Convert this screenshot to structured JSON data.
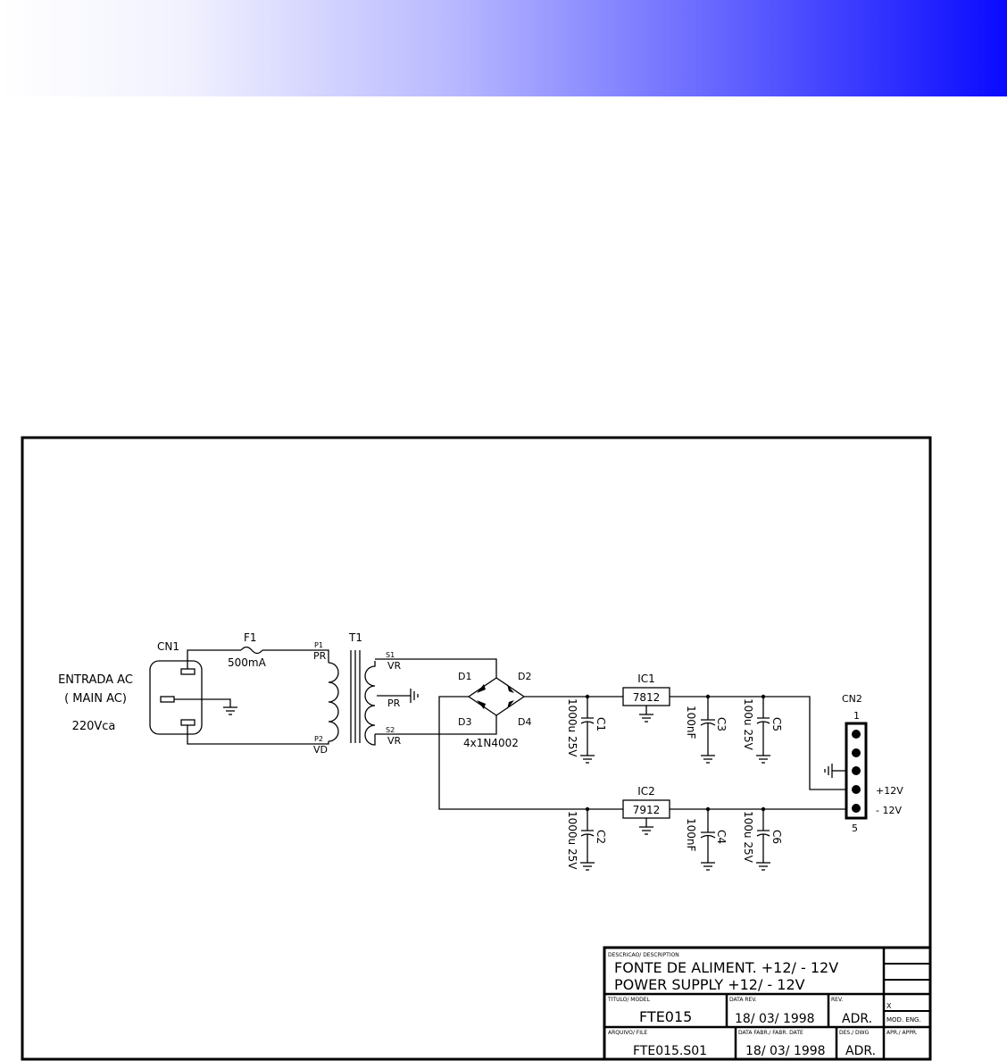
{
  "frame": {
    "input_label_1": "ENTRADA AC",
    "input_label_2": "( MAIN AC)",
    "input_voltage": "220Vca"
  },
  "components": {
    "cn1": "CN1",
    "f1": "F1",
    "f1_value": "500mA",
    "t1": "T1",
    "p1": "P1",
    "p1_color": "PR",
    "p2": "P2",
    "p2_color": "VD",
    "s1": "S1",
    "s1_color": "VR",
    "ct_color": "PR",
    "s2": "S2",
    "s2_color": "VR",
    "d1": "D1",
    "d2": "D2",
    "d3": "D3",
    "d4": "D4",
    "bridge_value": "4x1N4002",
    "ic1": "IC1",
    "ic1_part": "7812",
    "ic2": "IC2",
    "ic2_part": "7912",
    "c1": "C1",
    "c1_value": "1000u 25V",
    "c2": "C2",
    "c2_value": "1000u 25V",
    "c3": "C3",
    "c3_value": "100nF",
    "c4": "C4",
    "c4_value": "100nF",
    "c5": "C5",
    "c5_value": "100u 25V",
    "c6": "C6",
    "c6_value": "100u 25V",
    "cn2": "CN2",
    "cn2_pin_first": "1",
    "cn2_pin_last": "5",
    "out_pos": "+12V",
    "out_neg": "- 12V"
  },
  "title_block": {
    "desc_header": "DESCRICAO/ DESCRIPTION",
    "desc_line1": "FONTE DE ALIMENT. +12/ - 12V",
    "desc_line2": "POWER SUPPLY +12/ - 12V",
    "model_header": "TITULO/ MODEL",
    "model": "FTE015",
    "date_header": "DATA REV.",
    "date": "18/ 03/ 1998",
    "rev_header": "REV.",
    "rev": "ADR.",
    "file_header": "ARQUIVO/ FILE",
    "file": "FTE015.S01",
    "fab_date_header": "DATA FABR./ FABR. DATE",
    "fab_date": "18/ 03/ 1998",
    "dwg_header": "DES./ DWG",
    "dwg": "ADR.",
    "appr_header": "APR./ APPR.",
    "mark_x": "X",
    "mod_eng": "MOD. ENG."
  }
}
